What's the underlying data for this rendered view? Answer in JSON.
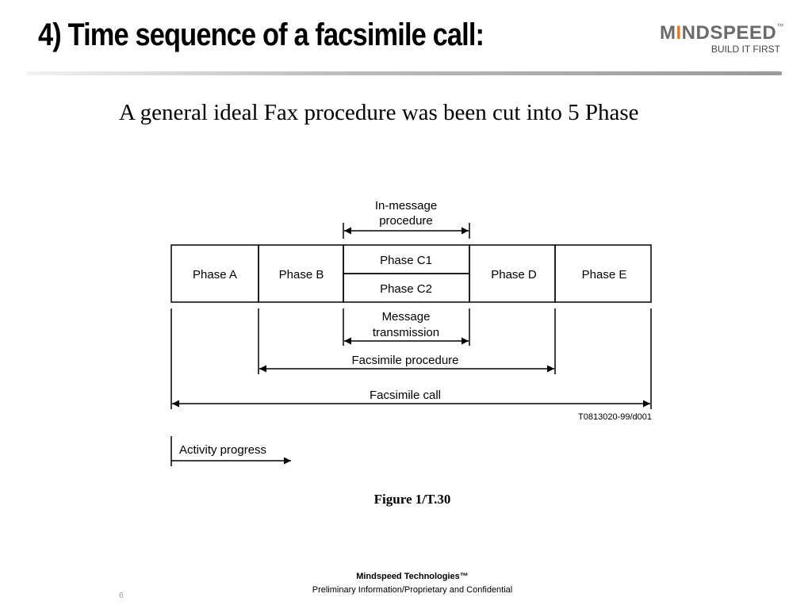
{
  "slide": {
    "title": "4) Time sequence of a facsimile call:",
    "subtitle": "A general ideal Fax procedure was been cut into 5 Phase"
  },
  "logo": {
    "word_prefix": "M",
    "word_accent": "I",
    "word_rest": "NDSPEED",
    "trademark": "™",
    "tagline": "BUILD IT FIRST",
    "colors": {
      "text": "#6b6b6b",
      "accent": "#e87722"
    }
  },
  "diagram": {
    "phases": {
      "a": "Phase A",
      "b": "Phase B",
      "c1": "Phase C1",
      "c2": "Phase C2",
      "d": "Phase D",
      "e": "Phase E"
    },
    "in_message": {
      "line1": "In-message",
      "line2": "procedure"
    },
    "message_transmission": {
      "line1": "Message",
      "line2": "transmission"
    },
    "facsimile_procedure": "Facsimile procedure",
    "facsimile_call": "Facsimile call",
    "reference_code": "T0813020-99/d001",
    "activity_progress": "Activity progress",
    "figure_caption": "Figure 1/T.30"
  },
  "footer": {
    "company": "Mindspeed Technologies™",
    "note": "Preliminary Information/Proprietary and Confidential",
    "page_number": "6"
  }
}
